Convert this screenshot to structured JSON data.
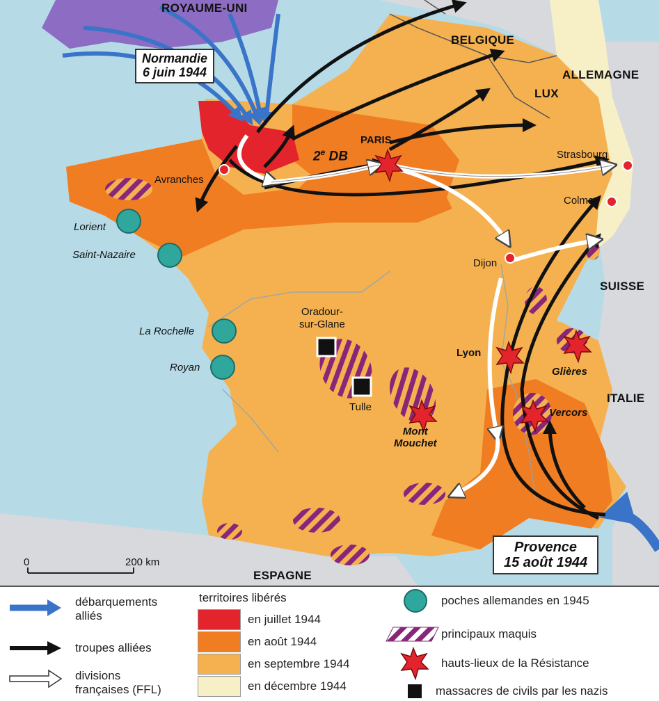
{
  "colors": {
    "sea": "#b6dbe6",
    "foreign_land": "#d7d9dd",
    "uk": "#8d6cc3",
    "july": "#e4242c",
    "august": "#f07d22",
    "september": "#f5b14f",
    "december": "#f7f0c6",
    "maquis": "#88267a",
    "german_pocket": "#2fa79c",
    "allied_landing": "#3a74c9"
  },
  "countries": {
    "uk": "ROYAUME-UNI",
    "belgium": "BELGIQUE",
    "germany": "ALLEMAGNE",
    "lux": "LUX",
    "switzerland": "SUISSE",
    "italy": "ITALIE",
    "spain": "ESPAGNE"
  },
  "landings": {
    "normandy": {
      "name": "Normandie",
      "date": "6 juin 1944"
    },
    "provence": {
      "name": "Provence",
      "date": "15 août 1944"
    }
  },
  "cities": {
    "avranches": "Avranches",
    "paris": "PARIS",
    "strasbourg": "Strasbourg",
    "colmar": "Colmar",
    "dijon": "Dijon",
    "lyon": "Lyon",
    "lorient": "Lorient",
    "saint_nazaire": "Saint-Nazaire",
    "la_rochelle": "La Rochelle",
    "royan": "Royan",
    "oradour": [
      "Oradour-",
      "sur-Glane"
    ],
    "tulle": "Tulle",
    "mont_mouchet": [
      "Mont",
      "Mouchet"
    ],
    "glieres": "Glières",
    "vercors": "Vercors"
  },
  "division_label": {
    "main": "2",
    "sup": "e",
    "rest": " DB"
  },
  "scale": {
    "start": "0",
    "end": "200 km"
  },
  "legend": {
    "landings": [
      "débarquements",
      "alliés"
    ],
    "troops": "troupes alliées",
    "ffl": [
      "divisions",
      "françaises (FFL)"
    ],
    "liberated_title": "territoires libérés",
    "july": "en juillet 1944",
    "august": "en août 1944",
    "september": "en septembre 1944",
    "december": "en décembre 1944",
    "pockets": "poches allemandes en 1945",
    "maquis": "principaux maquis",
    "resistance": "hauts-lieux de la Résistance",
    "massacres": "massacres de civils par les nazis"
  }
}
